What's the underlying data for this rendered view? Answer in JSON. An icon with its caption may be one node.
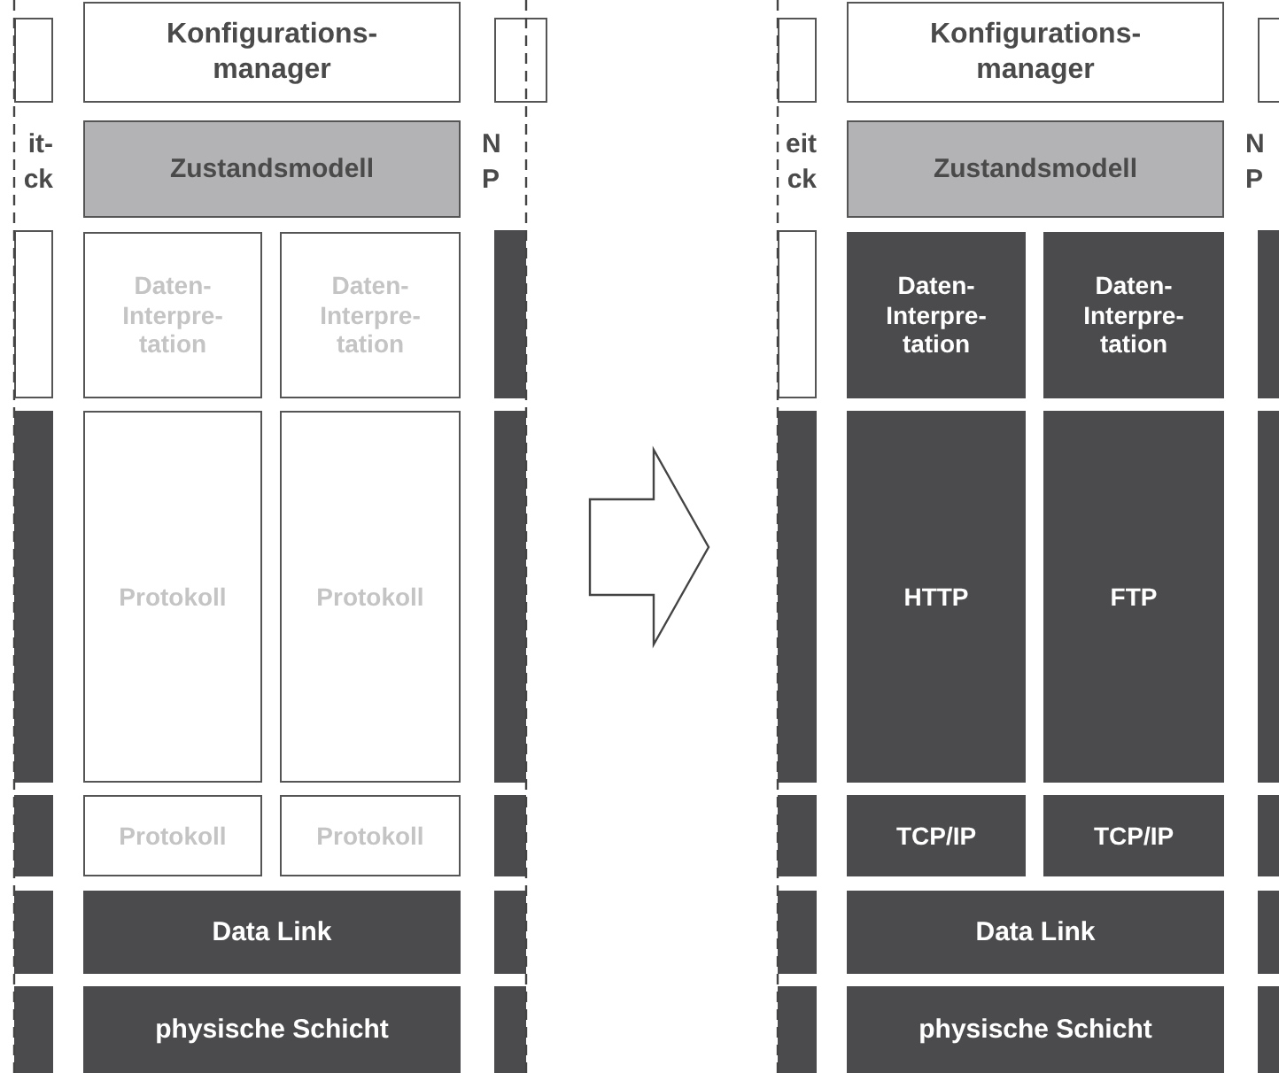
{
  "diagram": {
    "nodes": [
      {
        "text": [],
        "shape": "box"
      },
      {
        "text": [],
        "shape": "box"
      },
      {
        "text": [],
        "shape": "box"
      },
      {
        "text": [],
        "shape": "box"
      },
      {
        "text": [],
        "shape": "box"
      },
      {
        "text": [],
        "shape": "box"
      },
      {
        "text": [
          "Konfigurations- manager"
        ]
      },
      {
        "text": [
          "Zustandsmodell"
        ]
      },
      {
        "text": [
          "Daten- Interpre- tation"
        ]
      },
      {
        "text": [
          "Daten- Interpre- tation"
        ]
      },
      {
        "text": [
          "Protokoll"
        ]
      },
      {
        "text": [
          "Protokoll"
        ]
      },
      {
        "text": [
          "Protokoll"
        ]
      },
      {
        "text": [
          "Protokoll"
        ]
      },
      {
        "text": [
          "Data Link"
        ]
      },
      {
        "text": [
          "physische Schicht"
        ]
      },
      {
        "text": [],
        "shape": "box"
      },
      {
        "text": [],
        "shape": "box"
      },
      {
        "text": [],
        "shape": "box"
      },
      {
        "text": [],
        "shape": "box"
      },
      {
        "text": [],
        "shape": "box"
      },
      {
        "text": [],
        "shape": "box"
      },
      {
        "text": [],
        "shape": "box"
      },
      {
        "text": [],
        "shape": "box"
      },
      {
        "text": [],
        "shape": "box"
      },
      {
        "text": [],
        "shape": "box"
      },
      {
        "text": [],
        "shape": "box"
      },
      {
        "text": [],
        "shape": "box"
      },
      {
        "text": [
          "Konfigurations- manager"
        ]
      },
      {
        "text": [
          "Zustandsmodell"
        ]
      },
      {
        "text": [
          "Daten- Interpre- tation"
        ]
      },
      {
        "text": [
          "Daten- Interpre- tation"
        ]
      },
      {
        "text": [
          "HTTP"
        ]
      },
      {
        "text": [
          "FTP"
        ]
      },
      {
        "text": [
          "TCP/IP"
        ]
      },
      {
        "text": [
          "TCP/IP"
        ]
      },
      {
        "text": [
          "Data Link"
        ]
      },
      {
        "text": [
          "physische Schicht"
        ]
      },
      {
        "text": [],
        "shape": "box"
      },
      {
        "text": [],
        "shape": "box"
      },
      {
        "text": [],
        "shape": "box"
      },
      {
        "text": [],
        "shape": "box"
      },
      {
        "text": [],
        "shape": "box"
      },
      {
        "text": [],
        "shape": "box"
      }
    ],
    "labels": [
      "it- ck",
      "N P",
      "eit ck",
      "N P"
    ]
  }
}
